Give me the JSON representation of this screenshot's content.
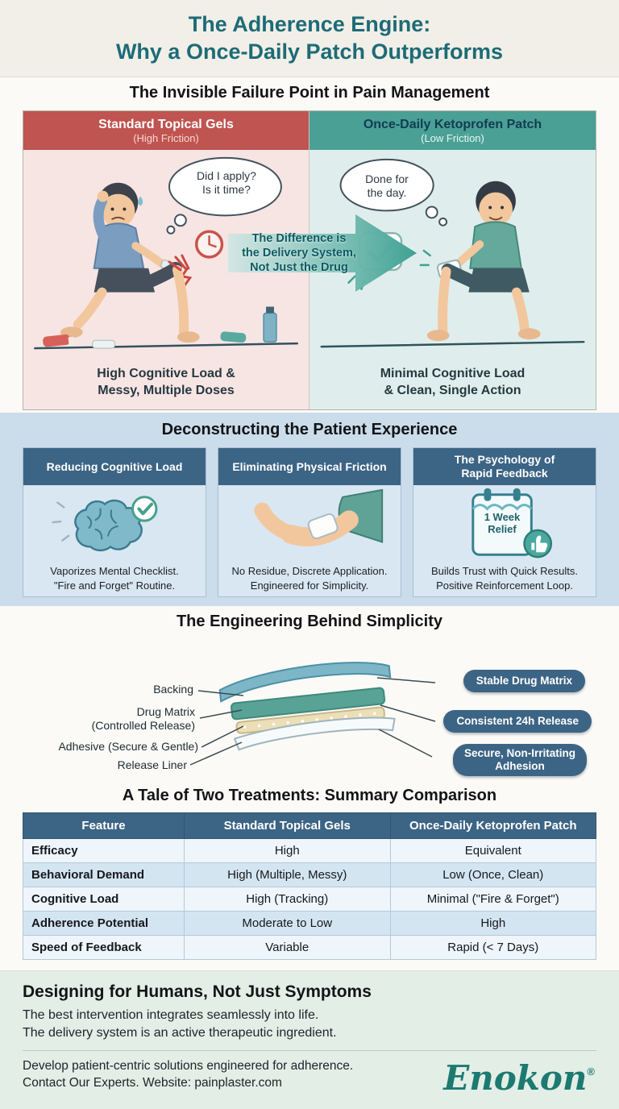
{
  "header": {
    "title": "The Adherence Engine:\nWhy a Once-Daily Patch Outperforms"
  },
  "section1": {
    "title": "The Invisible Failure Point in Pain Management",
    "left_panel": {
      "header": "Standard Topical Gels",
      "subheader": "(High Friction)",
      "thought_bubble": "Did I apply?\nIs it time?",
      "caption": "High Cognitive Load &\nMessy, Multiple Doses"
    },
    "right_panel": {
      "header": "Once-Daily Ketoprofen Patch",
      "subheader": "(Low Friction)",
      "thought_bubble": "Done for\nthe day.",
      "caption": "Minimal Cognitive Load\n& Clean, Single Action"
    },
    "arrow_text": "The Difference is\nthe Delivery System,\nNot Just the Drug"
  },
  "section2": {
    "title": "Deconstructing the Patient Experience",
    "cards": [
      {
        "header": "Reducing Cognitive Load",
        "icon": "brain-checkmark-icon",
        "body": "Vaporizes Mental Checklist.\n\"Fire and Forget\" Routine."
      },
      {
        "header": "Eliminating Physical Friction",
        "icon": "arm-patch-icon",
        "body": "No Residue, Discrete Application.\nEngineered for Simplicity."
      },
      {
        "header": "The Psychology of\nRapid Feedback",
        "icon": "calendar-thumbs-up-icon",
        "calendar_text": "1 Week\nRelief",
        "body": "Builds Trust with Quick Results.\nPositive Reinforcement Loop."
      }
    ]
  },
  "section3": {
    "title": "The Engineering Behind Simplicity",
    "layer_labels": [
      "Backing",
      "Drug Matrix\n(Controlled Release)",
      "Adhesive (Secure & Gentle)",
      "Release Liner"
    ],
    "badges": [
      "Stable Drug Matrix",
      "Consistent 24h Release",
      "Secure, Non-Irritating\nAdhesion"
    ]
  },
  "section4": {
    "title": "A Tale of Two Treatments: Summary Comparison",
    "table": {
      "headers": [
        "Feature",
        "Standard Topical Gels",
        "Once-Daily Ketoprofen Patch"
      ],
      "rows": [
        [
          "Efficacy",
          "High",
          "Equivalent"
        ],
        [
          "Behavioral Demand",
          "High (Multiple, Messy)",
          "Low (Once, Clean)"
        ],
        [
          "Cognitive Load",
          "High (Tracking)",
          "Minimal (\"Fire & Forget\")"
        ],
        [
          "Adherence Potential",
          "Moderate to Low",
          "High"
        ],
        [
          "Speed of Feedback",
          "Variable",
          "Rapid (< 7 Days)"
        ]
      ]
    }
  },
  "footer": {
    "title": "Designing for Humans, Not Just Symptoms",
    "body": "The best intervention integrates seamlessly into life.\nThe delivery system is an active therapeutic ingredient.",
    "cta": "Develop patient-centric solutions engineered for adherence.\nContact Our Experts. Website: painplaster.com",
    "brand": "Enokon",
    "registered_mark": "®"
  },
  "colors": {
    "title_teal": "#1d6b76",
    "gel_red": "#bf5450",
    "patch_teal": "#4aa095",
    "panel_blue": "#3c6485",
    "section2_bg": "#cbdcea",
    "footer_bg": "#e3eee7",
    "brand_teal": "#1c7a70"
  }
}
